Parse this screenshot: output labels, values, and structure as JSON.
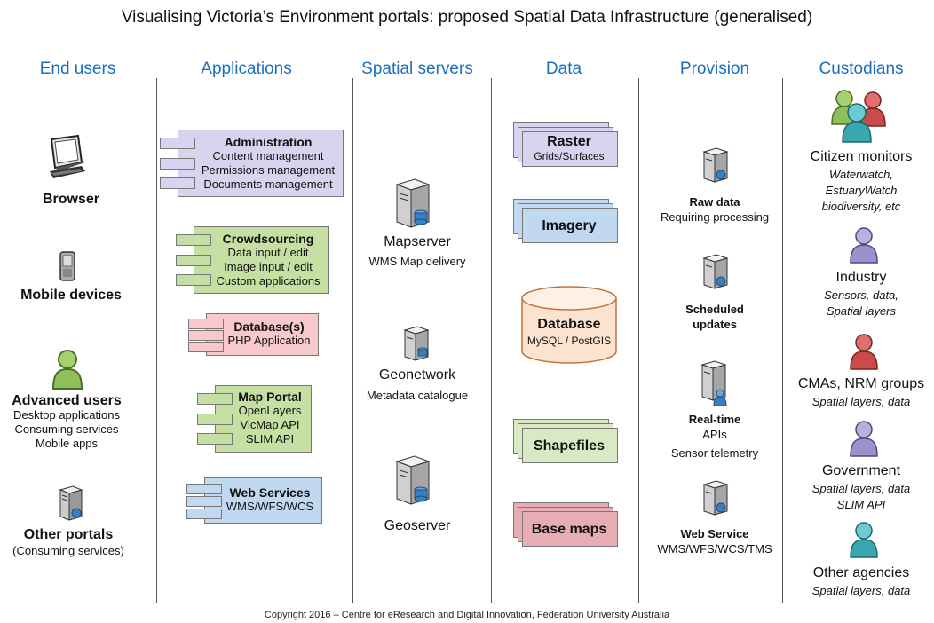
{
  "title": "Visualising Victoria’s Environment portals: proposed Spatial Data Infrastructure (generalised)",
  "columns": [
    "End users",
    "Applications",
    "Spatial servers",
    "Data",
    "Provision",
    "Custodians"
  ],
  "end_users": {
    "browser": "Browser",
    "mobile": "Mobile devices",
    "advanced": {
      "title": "Advanced users",
      "lines": [
        "Desktop applications",
        "Consuming services",
        "Mobile apps"
      ]
    },
    "portals": {
      "title": "Other portals",
      "sub": "(Consuming services)"
    }
  },
  "applications": [
    {
      "title": "Administration",
      "lines": [
        "Content management",
        "Permissions management",
        "Documents management"
      ]
    },
    {
      "title": "Crowdsourcing",
      "lines": [
        "Data input / edit",
        "Image input / edit",
        "Custom applications"
      ]
    },
    {
      "title": "Database(s)",
      "lines": [
        "PHP Application"
      ]
    },
    {
      "title": "Map Portal",
      "lines": [
        "OpenLayers",
        "VicMap API",
        "SLIM API"
      ]
    },
    {
      "title": "Web Services",
      "lines": [
        "WMS/WFS/WCS"
      ]
    }
  ],
  "spatial_servers": [
    {
      "title": "Mapserver",
      "sub": "WMS Map delivery"
    },
    {
      "title": "Geonetwork",
      "sub": "Metadata catalogue"
    },
    {
      "title": "Geoserver",
      "sub": ""
    }
  ],
  "data": {
    "raster": {
      "title": "Raster",
      "sub": "Grids/Surfaces"
    },
    "imagery": "Imagery",
    "database": {
      "title": "Database",
      "sub": "MySQL / PostGIS"
    },
    "shapefiles": "Shapefiles",
    "basemaps": "Base maps"
  },
  "provision": [
    {
      "title": "Raw data",
      "sub": "Requiring processing"
    },
    {
      "title": "Scheduled",
      "title2": "updates"
    },
    {
      "title": "Real-time",
      "title2": "APIs",
      "sub": "Sensor telemetry"
    },
    {
      "title": "Web Service",
      "sub": "WMS/WFS/WCS/TMS"
    }
  ],
  "custodians": [
    {
      "title": "Citizen monitors",
      "lines": [
        "Waterwatch,",
        "EstuaryWatch",
        "biodiversity, etc"
      ]
    },
    {
      "title": "Industry",
      "lines": [
        "Sensors, data,",
        "Spatial layers"
      ]
    },
    {
      "title": "CMAs, NRM groups",
      "lines": [
        "Spatial layers, data"
      ]
    },
    {
      "title": "Government",
      "lines": [
        "Spatial layers, data",
        "SLIM API"
      ]
    },
    {
      "title": "Other agencies",
      "lines": [
        "Spatial layers, data"
      ]
    }
  ],
  "footer": "Copyright 2016 – Centre for eResearch and Digital Innovation, Federation University Australia",
  "colors": {
    "heading": "#1a6fc0",
    "admin": "#d6d4ee",
    "crowd": "#c6e0a4",
    "db": "#f7c8cc",
    "portal": "#c6e0a4",
    "ws": "#c0d8f0",
    "raster": "#d6d4ee",
    "imagery": "#c0d8f0",
    "database": "#fbe3d0",
    "shapefiles": "#d8eac4",
    "basemaps": "#e6aeb2"
  }
}
